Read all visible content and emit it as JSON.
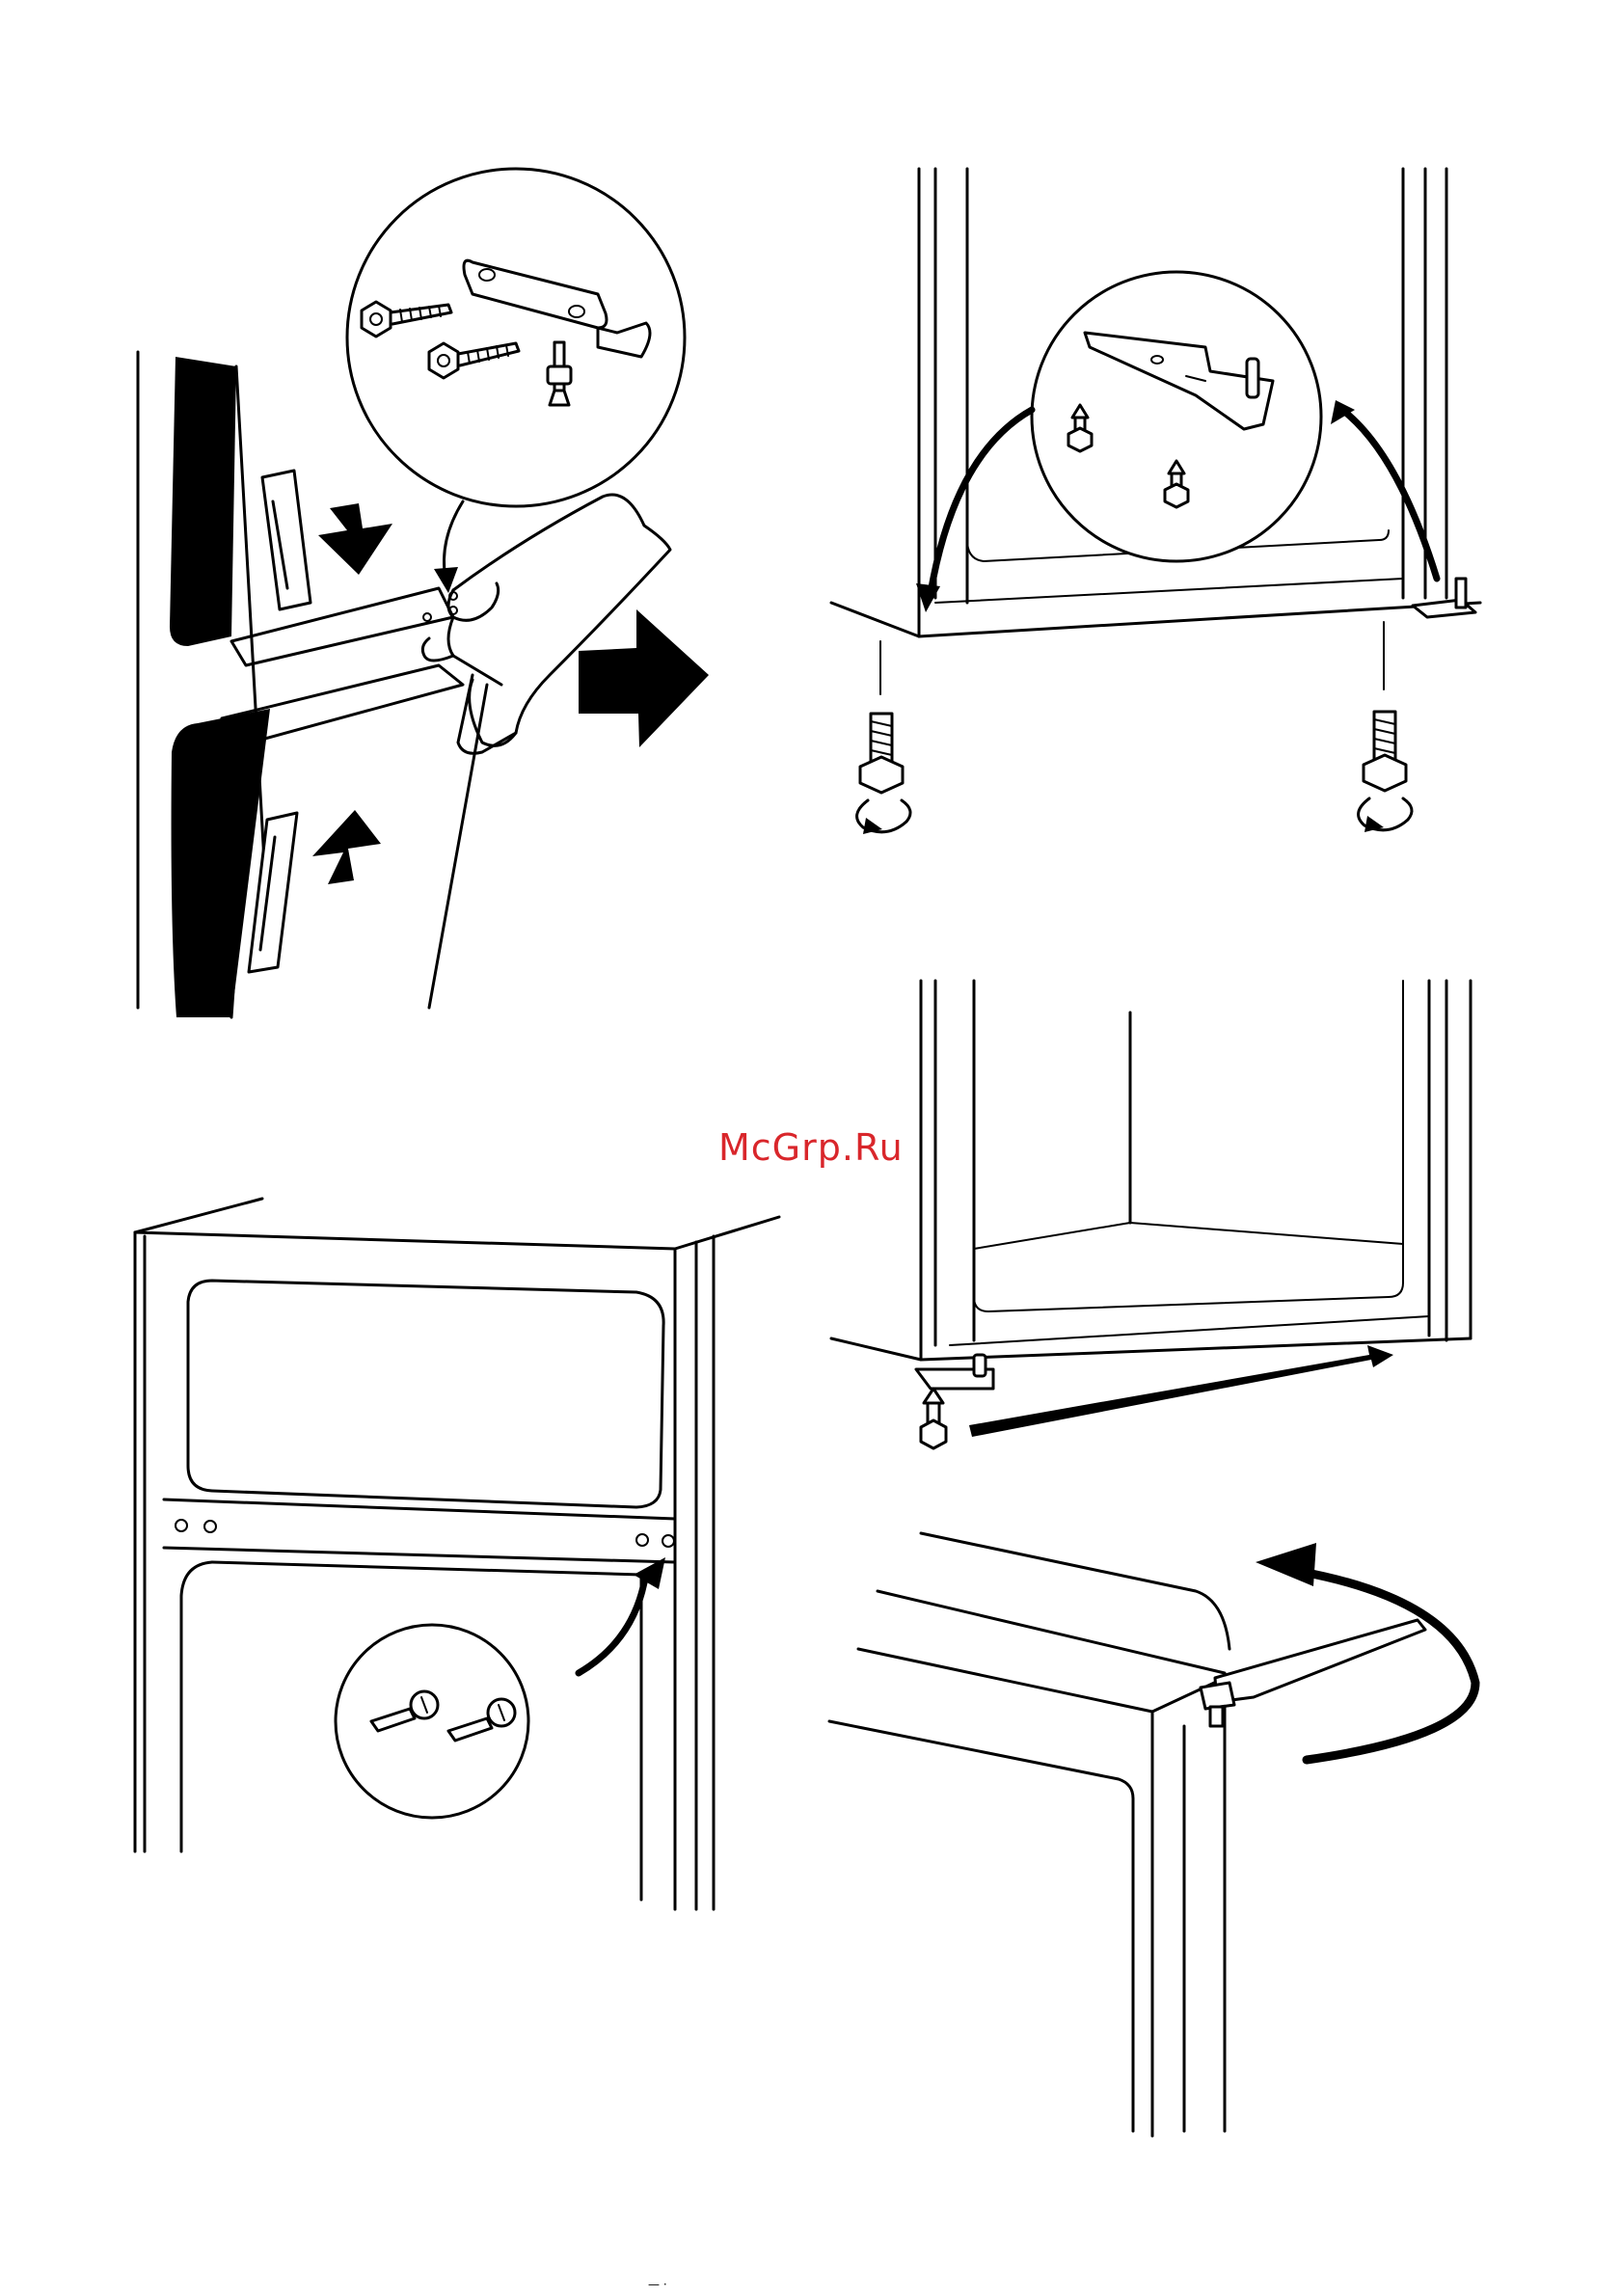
{
  "document": {
    "watermark": "McGrp.Ru",
    "footer_mark": "— ·"
  },
  "figures": [
    {
      "name": "door-hinge-removal"
    },
    {
      "name": "bottom-hinge-and-feet"
    },
    {
      "name": "hinge-hole-plugs"
    },
    {
      "name": "bottom-hinge-relocation"
    },
    {
      "name": "top-hinge-rotation"
    }
  ]
}
